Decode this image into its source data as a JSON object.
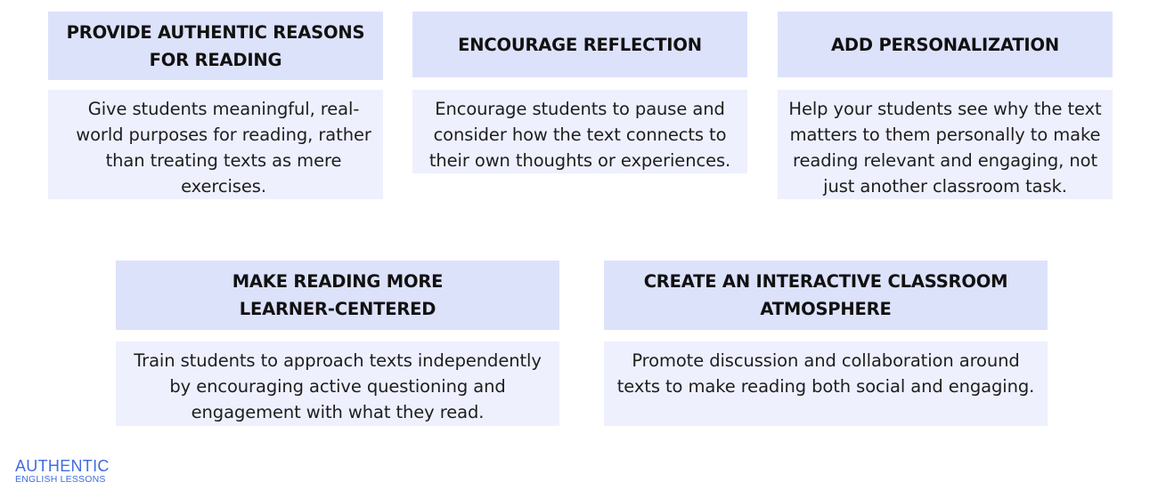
{
  "cards": [
    {
      "title": "PROVIDE AUTHENTIC REASONS FOR READING",
      "body": "Give students meaningful, real-world purposes for reading, rather than treating texts as mere exercises."
    },
    {
      "title": "ENCOURAGE REFLECTION",
      "body": "Encourage students to pause and consider how the text connects to their own thoughts or experiences."
    },
    {
      "title": "ADD PERSONALIZATION",
      "body": "Help your students see why the text matters to them personally to make reading relevant and engaging, not just another classroom task."
    },
    {
      "title": "MAKE READING MORE LEARNER-CENTERED",
      "body": "Train students to approach texts independently by encouraging active questioning and engagement with what they read."
    },
    {
      "title": "CREATE AN INTERACTIVE CLASSROOM ATMOSPHERE",
      "body": "Promote discussion and collaboration around texts to make reading both social and engaging."
    }
  ],
  "brand": {
    "line1": "AUTHENTIC",
    "line2": "ENGLISH LESSONS"
  },
  "colors": {
    "title_bg": "#dde2fb",
    "body_bg": "#eef0fd",
    "brand": "#3f6ce0"
  }
}
